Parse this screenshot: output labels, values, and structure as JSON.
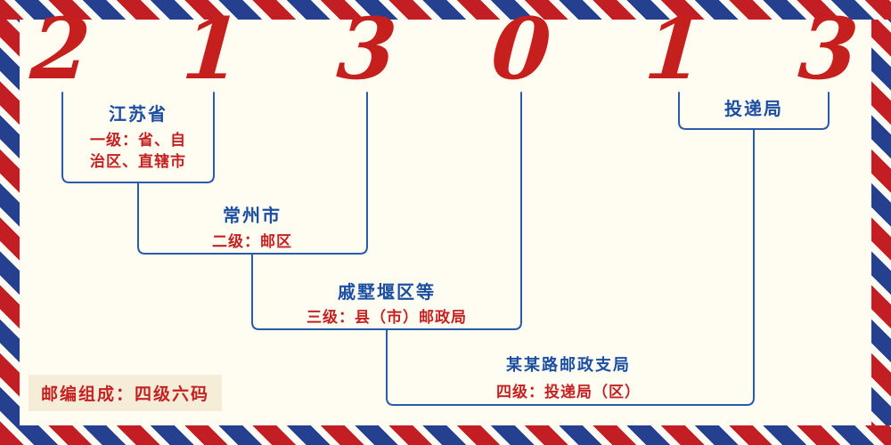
{
  "page": {
    "background": "#fffdf2",
    "accent_red": "#c32222",
    "accent_blue": "#1c4fa1",
    "line_blue": "#2b5aa8",
    "border_red": "#c41e25",
    "border_blue": "#24408f"
  },
  "postal_code": {
    "digits": [
      "2",
      "1",
      "3",
      "0",
      "1",
      "3"
    ]
  },
  "labels": {
    "level1": {
      "name": "江苏省",
      "desc_line1": "一级：省、自",
      "desc_line2": "治区、直辖市"
    },
    "level2": {
      "name": "常州市",
      "desc": "二级：邮区"
    },
    "level3": {
      "name": "戚墅堰区等",
      "desc": "三级：县（市）邮政局"
    },
    "level4": {
      "name": "某某路邮政支局",
      "desc": "四级：投递局（区）"
    },
    "delivery": {
      "name": "投递局"
    },
    "footer": "邮编组成：四级六码"
  }
}
